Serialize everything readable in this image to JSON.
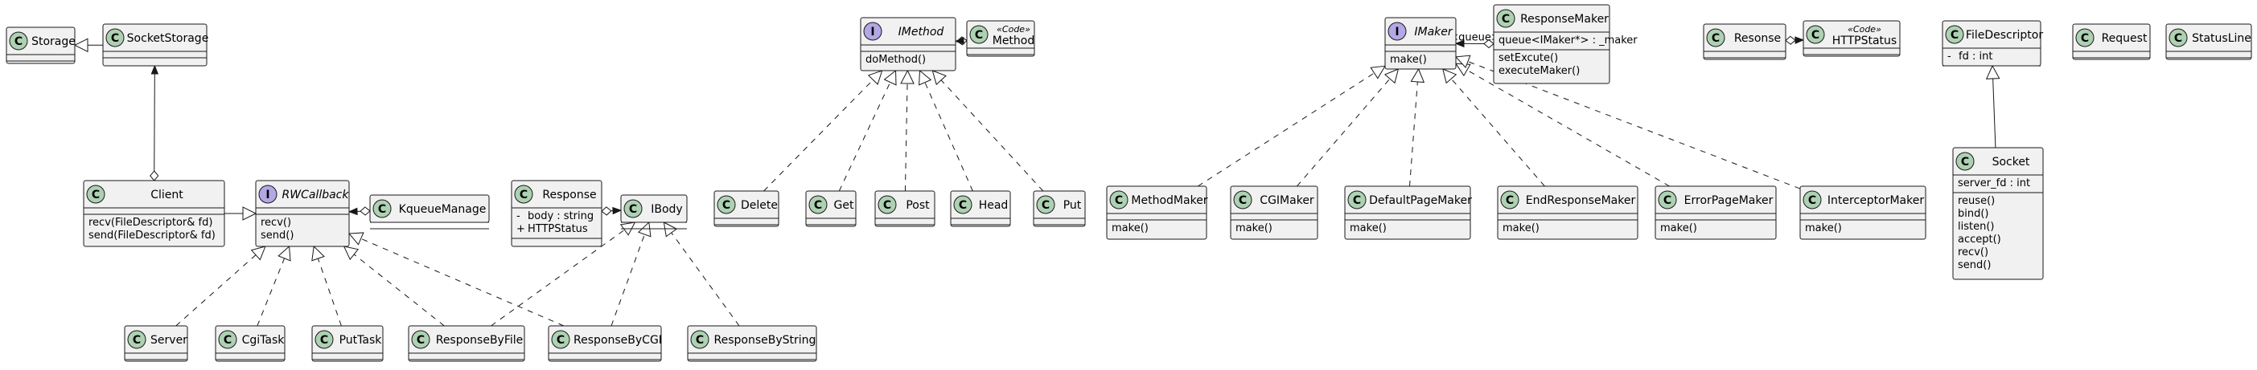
{
  "diagram": {
    "classes": [
      {
        "id": "Storage",
        "kind": "class",
        "name": "Storage",
        "stereotype": "",
        "attributes": [],
        "methods": []
      },
      {
        "id": "SocketStorage",
        "kind": "class",
        "name": "SocketStorage",
        "stereotype": "",
        "attributes": [],
        "methods": []
      },
      {
        "id": "Client",
        "kind": "class",
        "name": "Client",
        "stereotype": "",
        "attributes": [],
        "methods": [
          "recv(FileDescriptor& fd)",
          "send(FileDescriptor& fd)"
        ]
      },
      {
        "id": "RWCallback",
        "kind": "interface",
        "name": "RWCallback",
        "stereotype": "",
        "attributes": [],
        "methods": [
          "recv()",
          "send()"
        ]
      },
      {
        "id": "KqueueManage",
        "kind": "class",
        "name": "KqueueManage",
        "stereotype": "",
        "attributes": [],
        "methods": []
      },
      {
        "id": "Server",
        "kind": "class",
        "name": "Server",
        "stereotype": "",
        "attributes": [],
        "methods": []
      },
      {
        "id": "CgiTask",
        "kind": "class",
        "name": "CgiTask",
        "stereotype": "",
        "attributes": [],
        "methods": []
      },
      {
        "id": "PutTask",
        "kind": "class",
        "name": "PutTask",
        "stereotype": "",
        "attributes": [],
        "methods": []
      },
      {
        "id": "ResponseByFile",
        "kind": "class",
        "name": "ResponseByFile",
        "stereotype": "",
        "attributes": [],
        "methods": []
      },
      {
        "id": "ResponseByCGI",
        "kind": "class",
        "name": "ResponseByCGI",
        "stereotype": "",
        "attributes": [],
        "methods": []
      },
      {
        "id": "ResponseByString",
        "kind": "class",
        "name": "ResponseByString",
        "stereotype": "",
        "attributes": [],
        "methods": []
      },
      {
        "id": "Response",
        "kind": "class",
        "name": "Response",
        "stereotype": "",
        "attributes": [
          {
            "vis": "-",
            "text": "body : string"
          },
          {
            "vis": "+",
            "text": "HTTPStatus"
          }
        ],
        "methods": []
      },
      {
        "id": "IBody",
        "kind": "class",
        "name": "IBody",
        "stereotype": "",
        "attributes": [],
        "methods": []
      },
      {
        "id": "IMethod",
        "kind": "interface",
        "name": "IMethod",
        "stereotype": "",
        "attributes": [],
        "methods": [
          "doMethod()"
        ]
      },
      {
        "id": "Method",
        "kind": "class",
        "name": "Method",
        "stereotype": "«Code»",
        "attributes": [],
        "methods": []
      },
      {
        "id": "Delete",
        "kind": "class",
        "name": "Delete",
        "stereotype": "",
        "attributes": [],
        "methods": []
      },
      {
        "id": "Get",
        "kind": "class",
        "name": "Get",
        "stereotype": "",
        "attributes": [],
        "methods": []
      },
      {
        "id": "Post",
        "kind": "class",
        "name": "Post",
        "stereotype": "",
        "attributes": [],
        "methods": []
      },
      {
        "id": "Head",
        "kind": "class",
        "name": "Head",
        "stereotype": "",
        "attributes": [],
        "methods": []
      },
      {
        "id": "Put",
        "kind": "class",
        "name": "Put",
        "stereotype": "",
        "attributes": [],
        "methods": []
      },
      {
        "id": "IMaker",
        "kind": "interface",
        "name": "IMaker",
        "stereotype": "",
        "attributes": [],
        "methods": [
          "make()"
        ]
      },
      {
        "id": "ResponseMaker",
        "kind": "class",
        "name": "ResponseMaker",
        "stereotype": "",
        "attributes": [
          {
            "vis": "",
            "text": "queue<IMaker*> : _maker"
          }
        ],
        "methods": [
          "setExcute()",
          "executeMaker()"
        ]
      },
      {
        "id": "MethodMaker",
        "kind": "class",
        "name": "MethodMaker",
        "stereotype": "",
        "attributes": [],
        "methods": [
          "make()"
        ]
      },
      {
        "id": "CGIMaker",
        "kind": "class",
        "name": "CGIMaker",
        "stereotype": "",
        "attributes": [],
        "methods": [
          "make()"
        ]
      },
      {
        "id": "DefaultPageMaker",
        "kind": "class",
        "name": "DefaultPageMaker",
        "stereotype": "",
        "attributes": [],
        "methods": [
          "make()"
        ]
      },
      {
        "id": "EndResponseMaker",
        "kind": "class",
        "name": "EndResponseMaker",
        "stereotype": "",
        "attributes": [],
        "methods": [
          "make()"
        ]
      },
      {
        "id": "ErrorPageMaker",
        "kind": "class",
        "name": "ErrorPageMaker",
        "stereotype": "",
        "attributes": [],
        "methods": [
          "make()"
        ]
      },
      {
        "id": "InterceptorMaker",
        "kind": "class",
        "name": "InterceptorMaker",
        "stereotype": "",
        "attributes": [],
        "methods": [
          "make()"
        ]
      },
      {
        "id": "Resonse",
        "kind": "class",
        "name": "Resonse",
        "stereotype": "",
        "attributes": [],
        "methods": []
      },
      {
        "id": "HTTPStatus",
        "kind": "class",
        "name": "HTTPStatus",
        "stereotype": "«Code»",
        "attributes": [],
        "methods": []
      },
      {
        "id": "FileDescriptor",
        "kind": "class",
        "name": "FileDescriptor",
        "stereotype": "",
        "attributes": [
          {
            "vis": "-",
            "text": "fd : int"
          }
        ],
        "methods": []
      },
      {
        "id": "Socket",
        "kind": "class",
        "name": "Socket",
        "stereotype": "",
        "attributes": [
          {
            "vis": "",
            "text": "server_fd : int"
          }
        ],
        "methods": [
          "reuse()",
          "bind()",
          "listen()",
          "accept()",
          "recv()",
          "send()"
        ]
      },
      {
        "id": "Request",
        "kind": "class",
        "name": "Request",
        "stereotype": "",
        "attributes": [],
        "methods": []
      },
      {
        "id": "StatusLine",
        "kind": "class",
        "name": "StatusLine",
        "stereotype": "",
        "attributes": [],
        "methods": []
      }
    ],
    "relations": [
      {
        "from": "SocketStorage",
        "to": "Storage",
        "type": "generalization",
        "label": ""
      },
      {
        "from": "Client",
        "to": "SocketStorage",
        "type": "aggregation",
        "label": ""
      },
      {
        "from": "Client",
        "to": "RWCallback",
        "type": "generalization",
        "label": ""
      },
      {
        "from": "KqueueManage",
        "to": "RWCallback",
        "type": "aggregation",
        "label": ""
      },
      {
        "from": "Server",
        "to": "RWCallback",
        "type": "realization",
        "label": ""
      },
      {
        "from": "CgiTask",
        "to": "RWCallback",
        "type": "realization",
        "label": ""
      },
      {
        "from": "PutTask",
        "to": "RWCallback",
        "type": "realization",
        "label": ""
      },
      {
        "from": "ResponseByFile",
        "to": "RWCallback",
        "type": "realization",
        "label": ""
      },
      {
        "from": "ResponseByCGI",
        "to": "RWCallback",
        "type": "realization",
        "label": ""
      },
      {
        "from": "ResponseByFile",
        "to": "IBody",
        "type": "realization",
        "label": ""
      },
      {
        "from": "ResponseByCGI",
        "to": "IBody",
        "type": "realization",
        "label": ""
      },
      {
        "from": "ResponseByString",
        "to": "IBody",
        "type": "realization",
        "label": ""
      },
      {
        "from": "Response",
        "to": "IBody",
        "type": "aggregation",
        "label": ""
      },
      {
        "from": "Method",
        "to": "IMethod",
        "type": "aggregation",
        "label": ""
      },
      {
        "from": "Delete",
        "to": "IMethod",
        "type": "realization",
        "label": ""
      },
      {
        "from": "Get",
        "to": "IMethod",
        "type": "realization",
        "label": ""
      },
      {
        "from": "Post",
        "to": "IMethod",
        "type": "realization",
        "label": ""
      },
      {
        "from": "Head",
        "to": "IMethod",
        "type": "realization",
        "label": ""
      },
      {
        "from": "Put",
        "to": "IMethod",
        "type": "realization",
        "label": ""
      },
      {
        "from": "ResponseMaker",
        "to": "IMaker",
        "type": "aggregation",
        "label": "<<queue>>"
      },
      {
        "from": "MethodMaker",
        "to": "IMaker",
        "type": "realization",
        "label": ""
      },
      {
        "from": "CGIMaker",
        "to": "IMaker",
        "type": "realization",
        "label": ""
      },
      {
        "from": "DefaultPageMaker",
        "to": "IMaker",
        "type": "realization",
        "label": ""
      },
      {
        "from": "EndResponseMaker",
        "to": "IMaker",
        "type": "realization",
        "label": ""
      },
      {
        "from": "ErrorPageMaker",
        "to": "IMaker",
        "type": "realization",
        "label": ""
      },
      {
        "from": "InterceptorMaker",
        "to": "IMaker",
        "type": "realization",
        "label": ""
      },
      {
        "from": "Resonse",
        "to": "HTTPStatus",
        "type": "aggregation",
        "label": ""
      },
      {
        "from": "Socket",
        "to": "FileDescriptor",
        "type": "generalization",
        "label": ""
      }
    ]
  }
}
